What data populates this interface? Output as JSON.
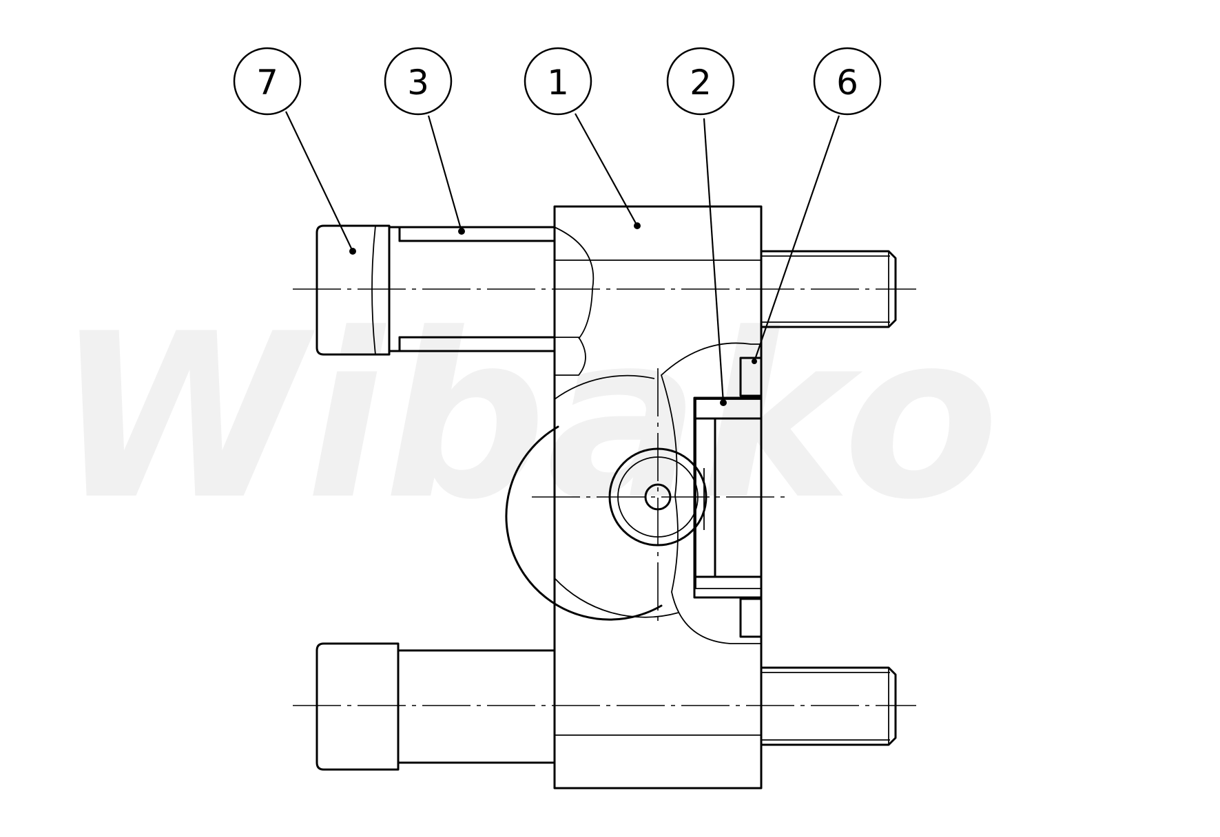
{
  "watermark": {
    "text": "Wibako"
  },
  "callouts": [
    {
      "label": "7",
      "part": "bolt"
    },
    {
      "label": "3",
      "part": "sleeve"
    },
    {
      "label": "1",
      "part": "body"
    },
    {
      "label": "2",
      "part": "bushing"
    },
    {
      "label": "6",
      "part": "seal"
    }
  ],
  "colors": {
    "line": "#000000",
    "background": "#ffffff",
    "watermark": "#f1f1f1"
  }
}
